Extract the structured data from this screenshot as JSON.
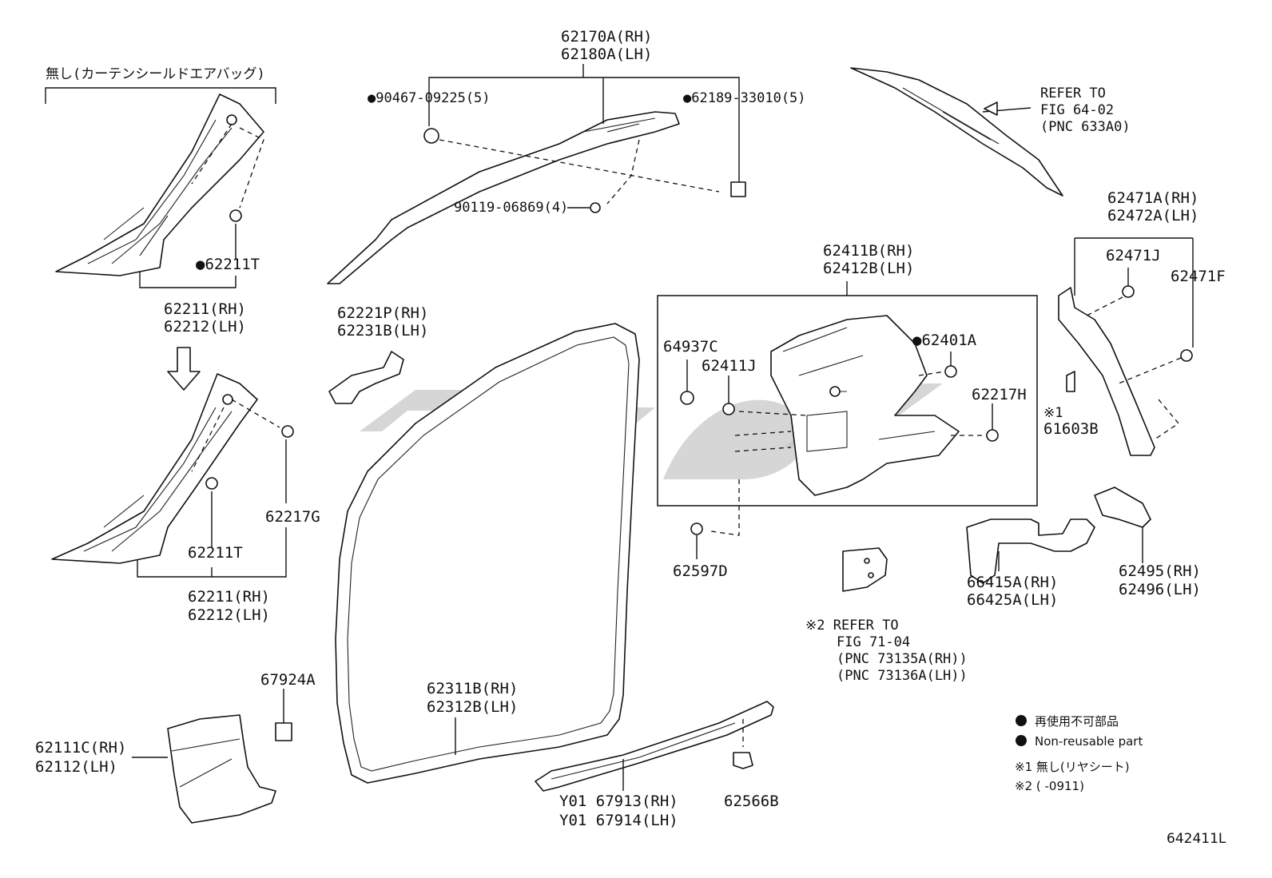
{
  "figure_id": "642411L",
  "labels": {
    "top_note": "無し(カーテンシールドエアバッグ)",
    "p62170": "62170A(RH)",
    "p62180": "62180A(LH)",
    "p90467": "●90467-09225(5)",
    "p62189": "●62189-33010(5)",
    "p90119": "90119-06869(4)",
    "refer1_a": "REFER TO",
    "refer1_b": "FIG 64-02",
    "refer1_c": "(PNC 633A0)",
    "p62211T_a": "●62211T",
    "p62211_rh_a": "62211(RH)",
    "p62212_lh_a": "62212(LH)",
    "p62221P": "62221P(RH)",
    "p62231B": "62231B(LH)",
    "p62411B": "62411B(RH)",
    "p62412B": "62412B(LH)",
    "p62471A": "62471A(RH)",
    "p62472A": "62472A(LH)",
    "p62471J": "62471J",
    "p62471F": "62471F",
    "p64937C": "64937C",
    "p62411J": "62411J",
    "p62401A": "●62401A",
    "p62217H": "62217H",
    "note1_mark": "※1",
    "p61603B": "61603B",
    "p62217G": "62217G",
    "p62211T_b": "62211T",
    "p62211_rh_b": "62211(RH)",
    "p62212_lh_b": "62212(LH)",
    "p62597D": "62597D",
    "p66415A": "66415A(RH)",
    "p66425A": "66425A(LH)",
    "p62495": "62495(RH)",
    "p62496": "62496(LH)",
    "refer2_a": "※2 REFER TO",
    "refer2_b": "FIG 71-04",
    "refer2_c": "(PNC 73135A(RH))",
    "refer2_d": "(PNC 73136A(LH))",
    "p67924A": "67924A",
    "p62311B": "62311B(RH)",
    "p62312B": "62312B(LH)",
    "p62111C": "62111C(RH)",
    "p62112": "62112(LH)",
    "p67913": "Y01 67913(RH)",
    "p67914": "Y01 67914(LH)",
    "p62566B": "62566B"
  },
  "legend": {
    "jp_nonreusable": "再使用不可部品",
    "en_nonreusable": "Non-reusable part",
    "note1": "※1  無し(リヤシート)",
    "note2": "※2  (      -0911)"
  }
}
